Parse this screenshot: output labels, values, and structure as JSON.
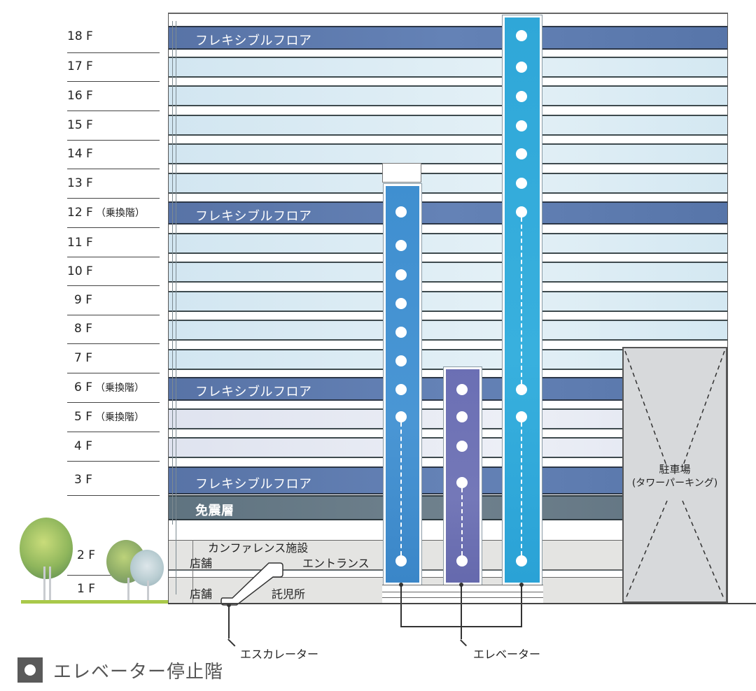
{
  "floors": [
    {
      "id": "18F",
      "label": "18 F",
      "note": ""
    },
    {
      "id": "17F",
      "label": "17 F",
      "note": ""
    },
    {
      "id": "16F",
      "label": "16 F",
      "note": ""
    },
    {
      "id": "15F",
      "label": "15 F",
      "note": ""
    },
    {
      "id": "14F",
      "label": "14 F",
      "note": ""
    },
    {
      "id": "13F",
      "label": "13 F",
      "note": ""
    },
    {
      "id": "12F",
      "label": "12 F",
      "note": "（乗換階）"
    },
    {
      "id": "11F",
      "label": "11 F",
      "note": ""
    },
    {
      "id": "10F",
      "label": "10 F",
      "note": ""
    },
    {
      "id": "9F",
      "label": "9 F",
      "note": ""
    },
    {
      "id": "8F",
      "label": "8 F",
      "note": ""
    },
    {
      "id": "7F",
      "label": "7 F",
      "note": ""
    },
    {
      "id": "6F",
      "label": "6 F",
      "note": "（乗換階）"
    },
    {
      "id": "5F",
      "label": "5 F",
      "note": "（乗換階）"
    },
    {
      "id": "4F",
      "label": "4 F",
      "note": ""
    },
    {
      "id": "3F",
      "label": "3 F",
      "note": ""
    },
    {
      "id": "2F",
      "label": "2 F",
      "note": ""
    },
    {
      "id": "1F",
      "label": "1 F",
      "note": ""
    }
  ],
  "band_labels": {
    "flexible_floor": "フレキシブルフロア",
    "seismic_layer": "免震層"
  },
  "lower_labels": {
    "conference": "カンファレンス施設",
    "entrance": "エントランス",
    "shop_2f": "店舗",
    "shop_1f": "店舗",
    "nursery": "託児所"
  },
  "parking": {
    "title": "駐車場",
    "subtitle": "(タワーパーキング)"
  },
  "callouts": {
    "escalator": "エスカレーター",
    "elevator": "エレベーター"
  },
  "legend": {
    "symbol": "white-circle-on-dark-square",
    "label": "エレベーター停止階"
  },
  "elevators": [
    {
      "name": "low-mid bank",
      "color": "#4a96d4",
      "stops": [
        "12F",
        "11F",
        "10F",
        "9F",
        "8F",
        "7F",
        "6F",
        "5F",
        "2F"
      ]
    },
    {
      "name": "low bank",
      "color": "#7478b8",
      "stops": [
        "6F",
        "5F",
        "4F",
        "3F",
        "2F"
      ]
    },
    {
      "name": "high bank",
      "color": "#38b0de",
      "stops": [
        "18F",
        "17F",
        "16F",
        "15F",
        "14F",
        "13F",
        "12F",
        "6F",
        "5F",
        "2F"
      ]
    }
  ],
  "colors": {
    "flexible_floor": "#6482b6",
    "seismic_layer": "#6f818d",
    "office_floor": "#e3f0f6",
    "lobby": "#e4e4e2",
    "parking": "#d7d9db"
  }
}
